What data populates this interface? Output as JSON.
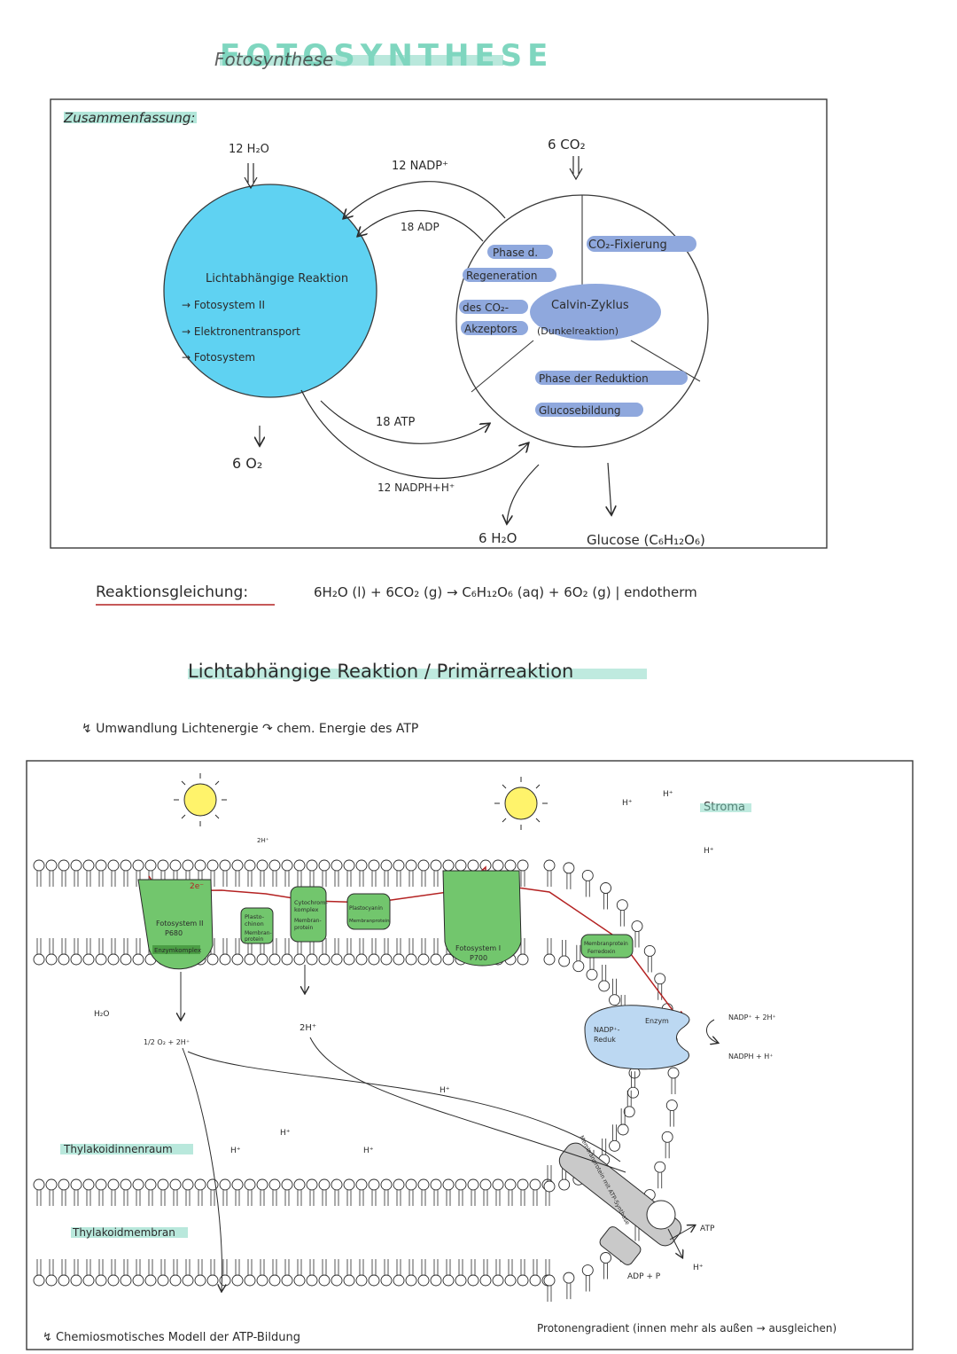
{
  "title": "FOTOSYNTHESE",
  "title_script": "Fotosynthese",
  "summary": {
    "heading": "Zusammenfassung:",
    "h2o_in": "12 H₂O",
    "o2_out": "6 O₂",
    "co2_in": "6 CO₂",
    "nadp": "12 NADP⁺",
    "adp": "18 ADP",
    "atp": "18 ATP",
    "nadph": "12 NADPH+H⁺",
    "h2o_out": "6 H₂O",
    "glucose": "Glucose (C₆H₁₂O₆)",
    "light_circle": {
      "title": "Lichtabhängige Reaktion",
      "items": [
        "→ Fotosystem II",
        "→ Elektronentransport",
        "→ Fotosystem"
      ]
    },
    "calvin": {
      "center_1": "Calvin-Zyklus",
      "center_2": "(Dunkelreaktion)",
      "co2_fix": "CO₂-Fixierung",
      "regen": [
        "Phase d.",
        "Regeneration",
        "des CO₂-",
        "Akzeptors"
      ],
      "reduction": [
        "Phase der Reduktion",
        "Glucosebildung"
      ]
    }
  },
  "equation": {
    "label": "Reaktionsgleichung:",
    "text": "6H₂O (l) + 6CO₂ (g) → C₆H₁₂O₆ (aq) + 6O₂ (g) | endotherm"
  },
  "section2": {
    "title": "Lichtabhängige Reaktion / Primärreaktion",
    "subtitle": "↯ Umwandlung Lichtenergie ↷ chem. Energie des ATP"
  },
  "membrane": {
    "stroma": "Stroma",
    "thylakoid_inner": "Thylakoidinnenraum",
    "thylakoid_membrane": "Thylakoidmembran",
    "ps2": [
      "Fotosystem II",
      "P680"
    ],
    "enzyme_complex": "Enzymkomplex",
    "plastochinon": [
      "Plasto-",
      "chinon"
    ],
    "membrane_protein": [
      "Membran-",
      "protein"
    ],
    "cytochrom": [
      "Cytochrom-",
      "komplex"
    ],
    "membrane_protein2": [
      "Membran-",
      "protein"
    ],
    "plastocyanin": "Plastocyanin",
    "membrane_protein3": [
      "Membranprotein"
    ],
    "ps1": [
      "Fotosystem I",
      "P700"
    ],
    "ferredoxin": [
      "Membranprotein",
      "Ferredoxin"
    ],
    "nadp_reductase": [
      "NADP⁺-",
      "Reduk"
    ],
    "enzym": "Enzym",
    "nadp_reaction_top": "NADP⁺ + 2H⁺",
    "nadp_reaction_bottom": "NADPH + H⁺",
    "atp_synthase": "Membranprotein mit ATP-Synthase",
    "atp": "ATP",
    "adp_p": "ADP + P",
    "h2o": "H₂O",
    "water_split": "1/2 O₂ + 2H⁺",
    "two_h_top": "2H⁺",
    "two_h_mid": "2H⁺",
    "two_e": "2e⁻",
    "hplus": "H⁺"
  },
  "footer": {
    "left": "↯ Chemiosmotisches Modell der ATP-Bildung",
    "right": "Protonengradient (innen mehr als außen → ausgleichen)"
  },
  "colors": {
    "teal": "#7fd6bf",
    "blue_circle": "#5fd2f2",
    "highlight": "#8fa8dd",
    "green": "#72c66d",
    "red": "#b42222",
    "sun": "#fff36b",
    "nadp_blob": "#bcd8f2"
  }
}
